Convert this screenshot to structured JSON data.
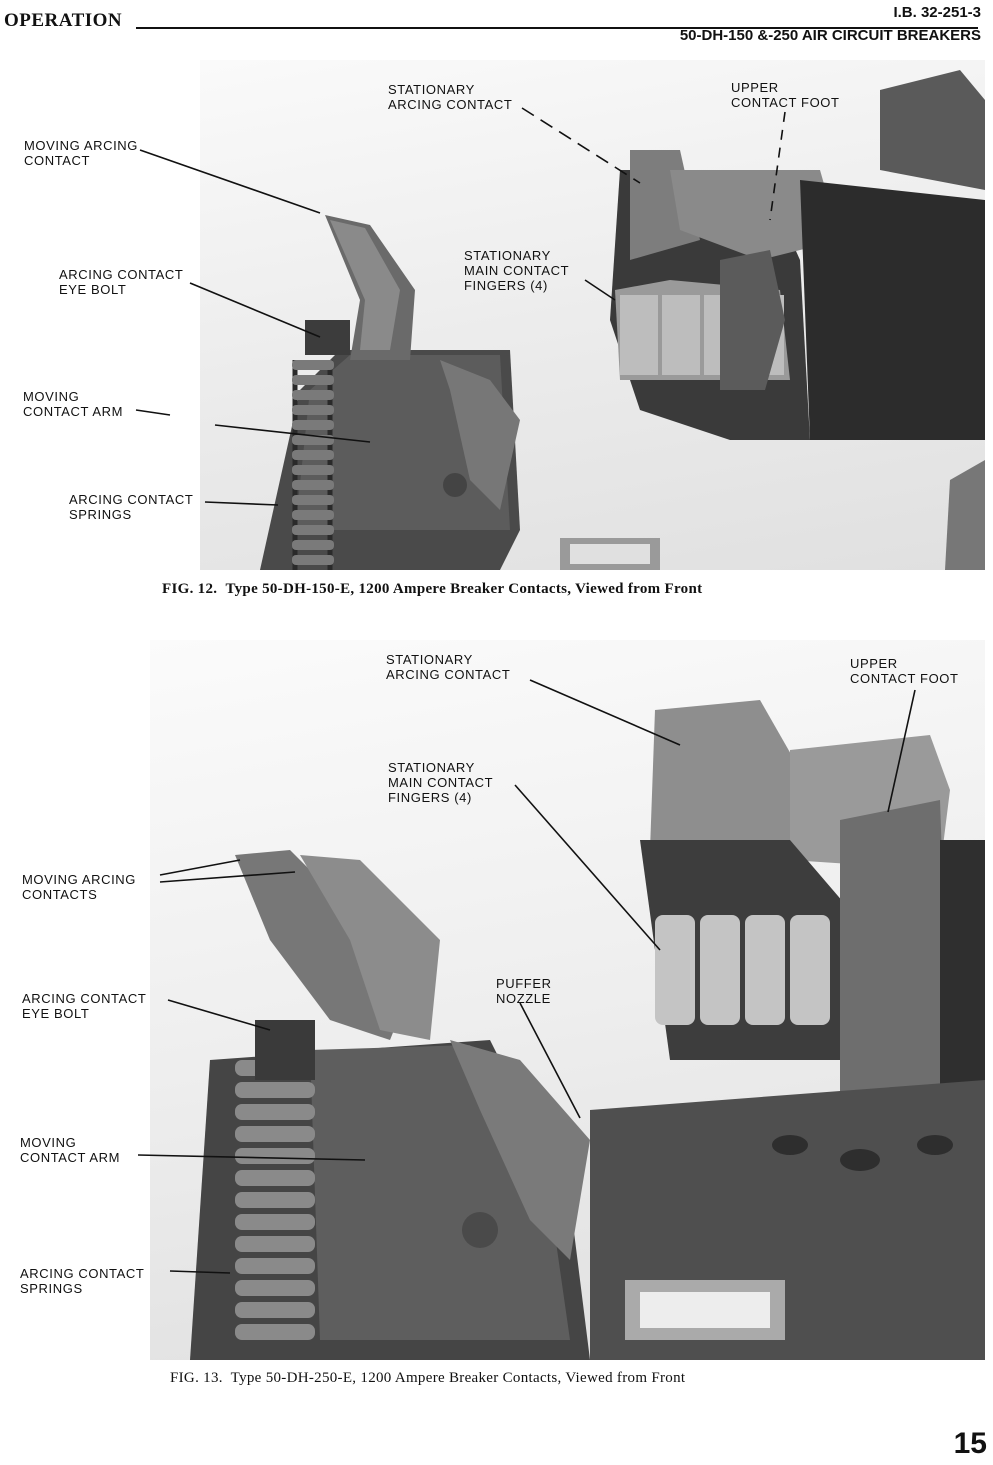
{
  "header": {
    "section": "OPERATION",
    "doc_number": "I.B. 32-251-3",
    "product": "50-DH-150 &-250 AIR CIRCUIT BREAKERS"
  },
  "fig12": {
    "labels": {
      "stationary_arcing_contact": [
        "STATIONARY",
        "ARCING CONTACT"
      ],
      "upper_contact_foot": [
        "UPPER",
        "CONTACT FOOT"
      ],
      "moving_arcing_contact": [
        "MOVING ARCING",
        "CONTACT"
      ],
      "arcing_contact_eye_bolt": [
        "ARCING CONTACT",
        "EYE BOLT"
      ],
      "stationary_main_contact_fingers": [
        "STATIONARY",
        "MAIN CONTACT",
        "FINGERS (4)"
      ],
      "moving_contact_arm": [
        "MOVING",
        "CONTACT ARM"
      ],
      "arcing_contact_springs": [
        "ARCING CONTACT",
        "SPRINGS"
      ]
    },
    "caption_prefix": "FIG. 12.",
    "caption_text": "Type 50-DH-150-E, 1200 Ampere Breaker Contacts, Viewed from Front"
  },
  "fig13": {
    "labels": {
      "stationary_arcing_contact": [
        "STATIONARY",
        "ARCING CONTACT"
      ],
      "upper_contact_foot": [
        "UPPER",
        "CONTACT FOOT"
      ],
      "stationary_main_contact_fingers": [
        "STATIONARY",
        "MAIN CONTACT",
        "FINGERS (4)"
      ],
      "moving_arcing_contacts": [
        "MOVING ARCING",
        "CONTACTS"
      ],
      "arcing_contact_eye_bolt": [
        "ARCING CONTACT",
        "EYE BOLT"
      ],
      "puffer_nozzle": [
        "PUFFER",
        "NOZZLE"
      ],
      "moving_contact_arm": [
        "MOVING",
        "CONTACT ARM"
      ],
      "arcing_contact_springs": [
        "ARCING CONTACT",
        "SPRINGS"
      ]
    },
    "caption_prefix": "FIG. 13.",
    "caption_text": "Type 50-DH-250-E, 1200 Ampere Breaker Contacts, Viewed from Front"
  },
  "page_number": "15"
}
